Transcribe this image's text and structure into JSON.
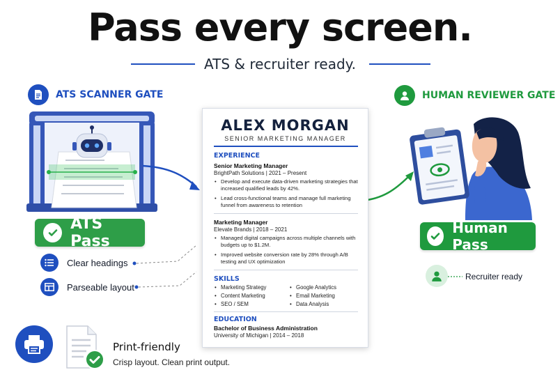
{
  "header": {
    "headline": "Pass every screen.",
    "subline": "ATS & recruiter ready."
  },
  "ats_gate": {
    "title": "ATS SCANNER GATE",
    "pass_label": "ATS Pass",
    "features": [
      {
        "label": "Clear headings",
        "icon": "list-icon"
      },
      {
        "label": "Parseable layout",
        "icon": "layout-grid-icon"
      }
    ]
  },
  "human_gate": {
    "title": "HUMAN REVIEWER GATE",
    "pass_label": "Human Pass",
    "feature": {
      "label": "Recruiter ready",
      "icon": "person-icon"
    }
  },
  "print": {
    "title": "Print-friendly",
    "desc": "Crisp layout. Clean print output."
  },
  "resume": {
    "name": "ALEX MORGAN",
    "title": "SENIOR MARKETING MANAGER",
    "experience_heading": "EXPERIENCE",
    "jobs": [
      {
        "role": "Senior Marketing Manager",
        "meta": "BrightPath Solutions  |  2021 – Present",
        "bullets": [
          "Develop and execute data-driven marketing strategies that increased qualified leads by 42%.",
          "Lead cross-functional teams and manage full marketing funnel from awareness to retention"
        ]
      },
      {
        "role": "Marketing Manager",
        "meta": "Elevate Brands  |  2018 – 2021",
        "bullets": [
          "Managed digital campaigns across multiple channels with budgets up to $1.2M.",
          "Improved website conversion rate by 28% through A/B testing and UX optimization"
        ]
      }
    ],
    "skills_heading": "SKILLS",
    "skills_left": [
      "Marketing Strategy",
      "Content Marketing",
      "SEO / SEM"
    ],
    "skills_right": [
      "Google Analytics",
      "Email Marketing",
      "Data Analysis"
    ],
    "education_heading": "EDUCATION",
    "degree": "Bachelor of Business Administration",
    "school": "University of Michigan  |  2014 – 2018"
  },
  "colors": {
    "accent_blue": "#1f4fbf",
    "pass_green": "#2e9e48",
    "human_green": "#1f9a3e",
    "navy": "#14213d"
  }
}
